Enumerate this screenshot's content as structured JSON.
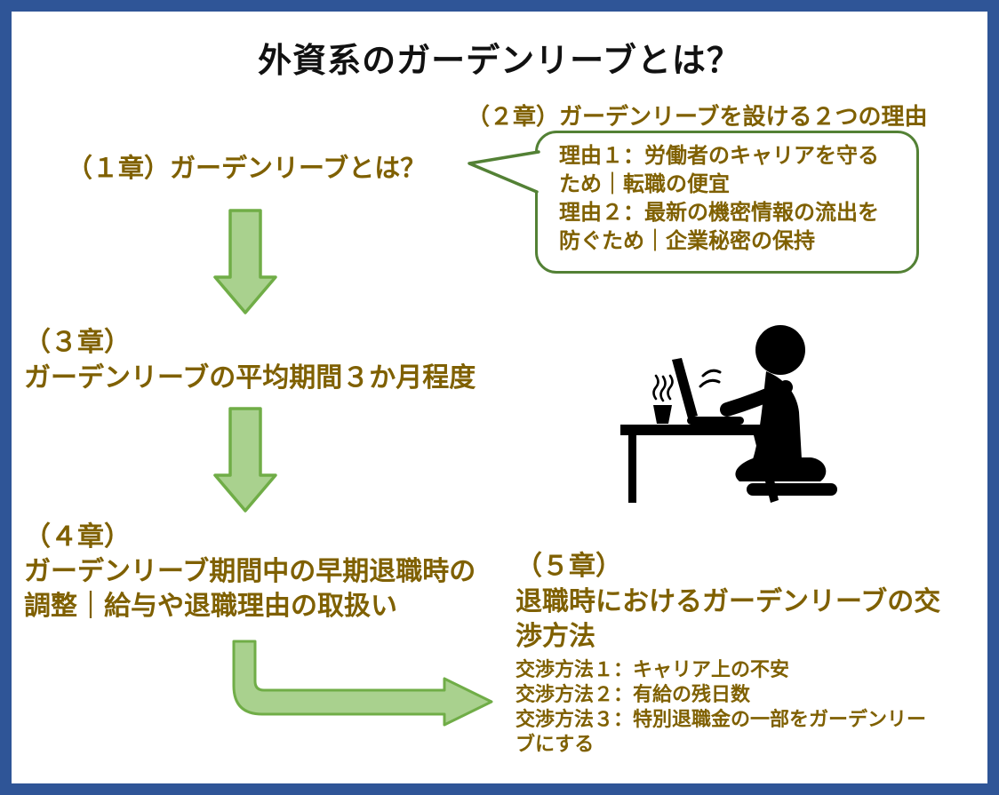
{
  "page": {
    "title": "外資系のガーデンリーブとは？"
  },
  "colors": {
    "frame_blue": "#2F5597",
    "text_olive": "#7F6000",
    "title_black": "#111111",
    "arrow_fill_green": "#A9D18E",
    "arrow_stroke_green": "#70AD47",
    "bubble_border_green": "#538135",
    "illustration_black": "#000000"
  },
  "chapters": {
    "c1": {
      "label": "（１章）ガーデンリーブとは？"
    },
    "c2": {
      "label": "（２章）ガーデンリーブを設ける２つの理由"
    },
    "c3": {
      "label": "（３章）",
      "body": "ガーデンリーブの平均期間３か月程度"
    },
    "c4": {
      "label": "（４章）",
      "body": "ガーデンリーブ期間中の早期退職時の調整｜給与や退職理由の取扱い"
    },
    "c5": {
      "label": "（５章）",
      "body": "退職時におけるガーデンリーブの交渉方法",
      "items": [
        "交渉方法１：キャリア上の不安",
        "交渉方法２：有給の残日数",
        "交渉方法３：特別退職金の一部をガーデンリーブにする"
      ]
    }
  },
  "bubble": {
    "reasons": [
      "理由１：労働者のキャリアを守るため｜転職の便宜",
      "理由２：最新の機密情報の流出を防ぐため｜企業秘密の保持"
    ]
  },
  "illustration": {
    "icon": "person-kneeling-working-on-laptop-at-low-table-with-steaming-cup"
  }
}
